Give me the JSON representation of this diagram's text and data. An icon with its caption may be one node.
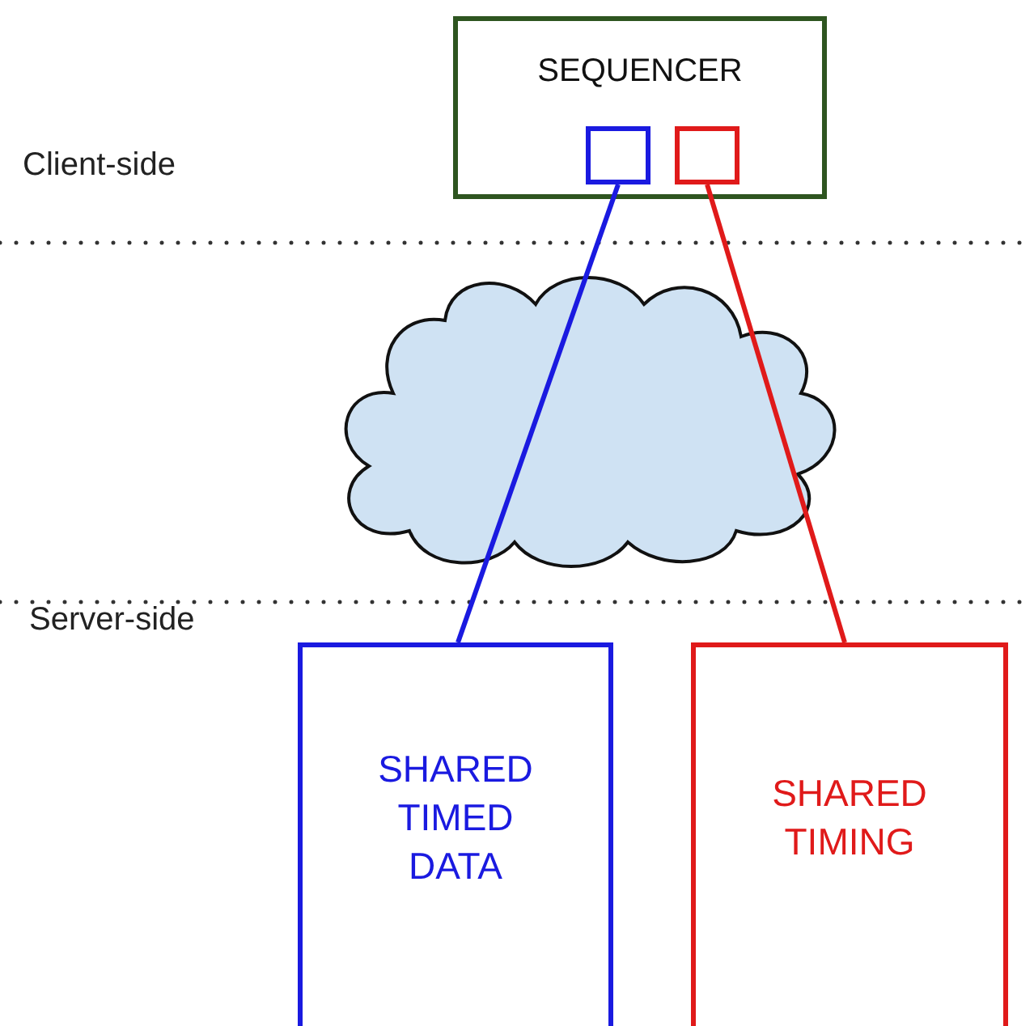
{
  "diagram": {
    "nodes": [
      {
        "text": [
          "SEQUENCER"
        ]
      },
      {
        "text": [],
        "shape": "box",
        "in": 0
      },
      {
        "text": [],
        "shape": "box",
        "in": 0
      },
      {
        "text": [
          "SHARED TIMED DATA"
        ]
      },
      {
        "text": [
          "SHARED TIMING"
        ]
      }
    ],
    "edges": [
      {
        "from": 1,
        "to": 3,
        "arrow": "none",
        "color": "#1a1ae0"
      },
      {
        "from": 2,
        "to": 4,
        "arrow": "none",
        "color": "#e01a1a"
      }
    ],
    "labels": [
      "Client-side",
      "Server-side"
    ]
  }
}
